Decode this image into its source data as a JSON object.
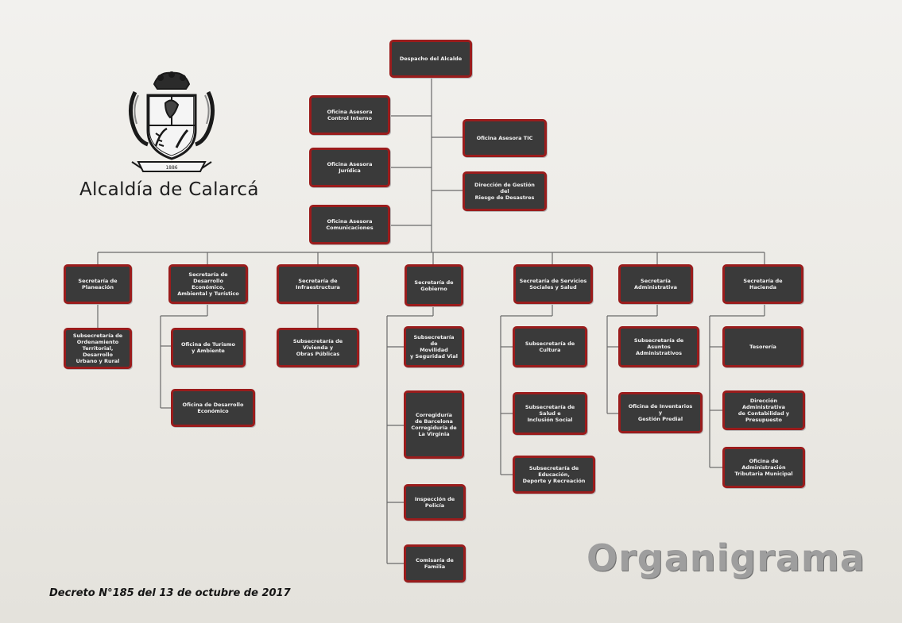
{
  "logo": {
    "name": "Alcaldía de Calarcá",
    "crest_ribbon": "1886",
    "crest_colors": {
      "field": "#f5f5f5",
      "outline": "#1a1a1a"
    }
  },
  "title": "Organigrama",
  "decree": "Decreto N°185 del 13 de octubre de 2017",
  "colors": {
    "box_fill": "#3a3a3a",
    "box_border": "#9a1c1c",
    "box_text": "#f3f3f3",
    "connector": "#6a6a6a",
    "title": "#9e9e9e"
  },
  "chart": {
    "root": "Despacho del Alcalde",
    "advisors_left": [
      "Oficina Asesora\nControl Interno",
      "Oficina Asesora\nJurídica",
      "Oficina Asesora\nComunicaciones"
    ],
    "advisors_right": [
      "Oficina Asesora TIC",
      "Dirección de Gestión\ndel\nRiesgo de Desastres"
    ],
    "secretariats": [
      {
        "label": "Secretaría de\nPlaneación",
        "children": [
          "Subsecretaría de\nOrdenamiento\nTerritorial, Desarrollo\nUrbano y Rural"
        ]
      },
      {
        "label": "Secretaría de Desarrollo\nEconómico,\nAmbiental y Turístico",
        "children": [
          "Oficina de Turismo\ny Ambiente",
          "Oficina de Desarrollo\nEconómico"
        ]
      },
      {
        "label": "Secretaría de\nInfraestructura",
        "children": [
          "Subsecretaría de\nVivienda y\nObras Públicas"
        ]
      },
      {
        "label": "Secretaría de\nGobierno",
        "children": [
          "Subsecretaría de\nMovilidad\ny Seguridad Vial",
          "Corregiduría\nde Barcelona\nCorregiduría de\nLa Virginia",
          "Inspección de Policía",
          "Comisaría de Familia"
        ]
      },
      {
        "label": "Secretaría de Servicios\nSociales y Salud",
        "children": [
          "Subsecretaría de\nCultura",
          "Subsecretaría de\nSalud e\nInclusión Social",
          "Subsecretaría de\nEducación,\nDeporte y Recreación"
        ]
      },
      {
        "label": "Secretaría\nAdministrativa",
        "children": [
          "Subsecretaría de\nAsuntos\nAdministrativos",
          "Oficina de Inventarios\ny\nGestión Predial"
        ]
      },
      {
        "label": "Secretaría de\nHacienda",
        "children": [
          "Tesorería",
          "Dirección Administrativa\nde Contabilidad y\nPresupuesto",
          "Oficina de\nAdministración\nTributaria Municipal"
        ]
      }
    ]
  }
}
